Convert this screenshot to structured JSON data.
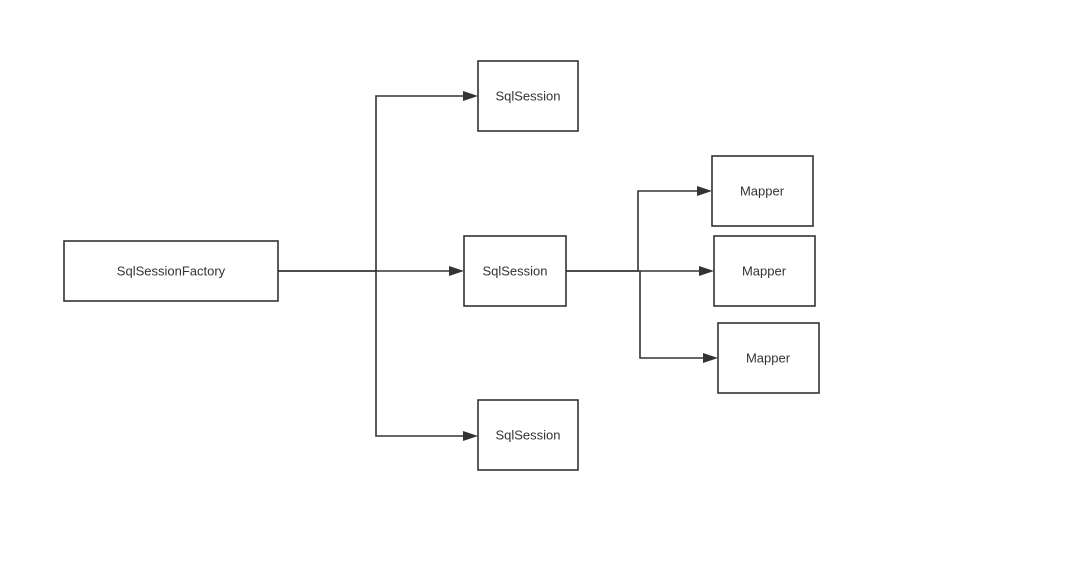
{
  "diagram": {
    "nodes": {
      "factory": {
        "label": "SqlSessionFactory"
      },
      "session_top": {
        "label": "SqlSession"
      },
      "session_middle": {
        "label": "SqlSession"
      },
      "session_bottom": {
        "label": "SqlSession"
      },
      "mapper_top": {
        "label": "Mapper"
      },
      "mapper_middle": {
        "label": "Mapper"
      },
      "mapper_bottom": {
        "label": "Mapper"
      }
    },
    "edges": [
      {
        "from": "factory",
        "to": "session_top"
      },
      {
        "from": "factory",
        "to": "session_middle"
      },
      {
        "from": "factory",
        "to": "session_bottom"
      },
      {
        "from": "session_middle",
        "to": "mapper_top"
      },
      {
        "from": "session_middle",
        "to": "mapper_middle"
      },
      {
        "from": "session_middle",
        "to": "mapper_bottom"
      }
    ],
    "colors": {
      "stroke": "#333333",
      "text": "#333333",
      "background": "#ffffff"
    }
  }
}
